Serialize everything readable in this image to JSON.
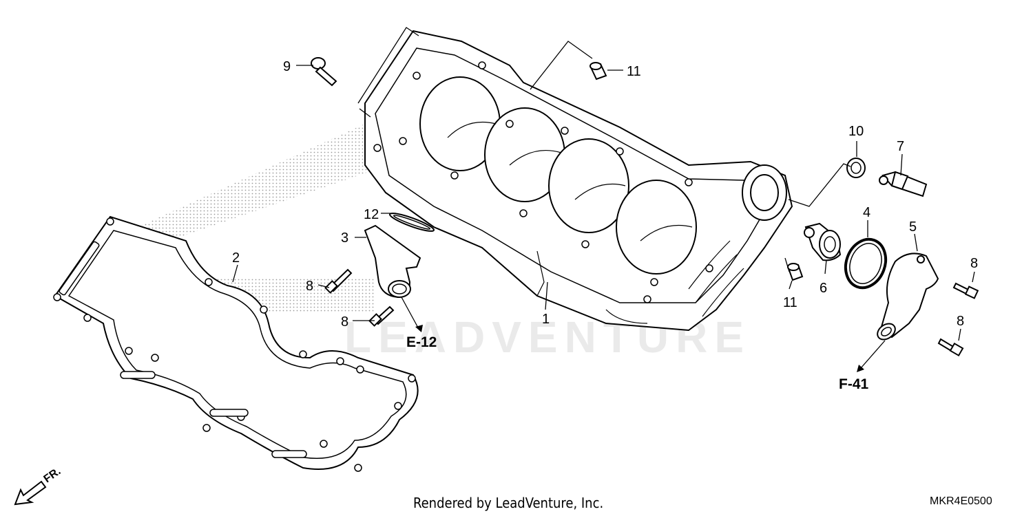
{
  "watermark": "LEADVENTURE",
  "footer": {
    "rendered_by": "Rendered by LeadVenture, Inc.",
    "diagram_code": "MKR4E0500"
  },
  "direction_marker": "FR.",
  "references": {
    "e12": "E-12",
    "f41": "F-41"
  },
  "callouts": {
    "p1": "1",
    "p2": "2",
    "p3": "3",
    "p4": "4",
    "p5": "5",
    "p6": "6",
    "p7": "7",
    "p8a": "8",
    "p8b": "8",
    "p8c": "8",
    "p8d": "8",
    "p9": "9",
    "p10": "10",
    "p11a": "11",
    "p11b": "11",
    "p12": "12"
  }
}
